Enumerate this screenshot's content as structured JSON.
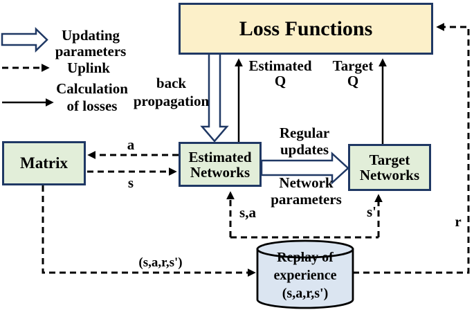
{
  "legend": {
    "items": [
      {
        "symbol": "hollow-arrow",
        "meaning": "Updating parameters",
        "lines": [
          "Updating",
          "parameters"
        ]
      },
      {
        "symbol": "dashed-arrow",
        "meaning": "Uplink",
        "lines": [
          "Uplink"
        ]
      },
      {
        "symbol": "solid-arrow",
        "meaning": "Calculation of losses",
        "lines": [
          "Calculation",
          "of losses"
        ]
      }
    ]
  },
  "nodes": {
    "loss_functions": {
      "label": "Loss Functions"
    },
    "matrix": {
      "label": "Matrix"
    },
    "estimated_networks": {
      "lines": [
        "Estimated",
        "Networks"
      ]
    },
    "target_networks": {
      "lines": [
        "Target",
        "Networks"
      ]
    },
    "replay_buffer": {
      "lines": [
        "Replay of",
        "experience",
        "(s,a,r,s')"
      ]
    }
  },
  "edge_labels": {
    "back_propagation": {
      "lines": [
        "back",
        "propagation"
      ]
    },
    "estimated_q": {
      "lines": [
        "Estimated",
        "Q"
      ]
    },
    "target_q": {
      "lines": [
        "Target",
        "Q"
      ]
    },
    "regular_updates": {
      "lines": [
        "Regular",
        "updates"
      ]
    },
    "network_parameters": {
      "lines": [
        "Network",
        "parameters"
      ]
    },
    "action": "a",
    "state": "s",
    "state_action": "s,a",
    "next_state": "s'",
    "reward": "r",
    "transition": "(s,a,r,s')"
  },
  "colors": {
    "box_border": "#1f3864",
    "loss_fill": "#fcf0c9",
    "network_fill": "#e2eed9",
    "replay_fill": "#dbe5f1",
    "hollow_arrow_outline": "#1f3864",
    "line_color": "#000000"
  }
}
